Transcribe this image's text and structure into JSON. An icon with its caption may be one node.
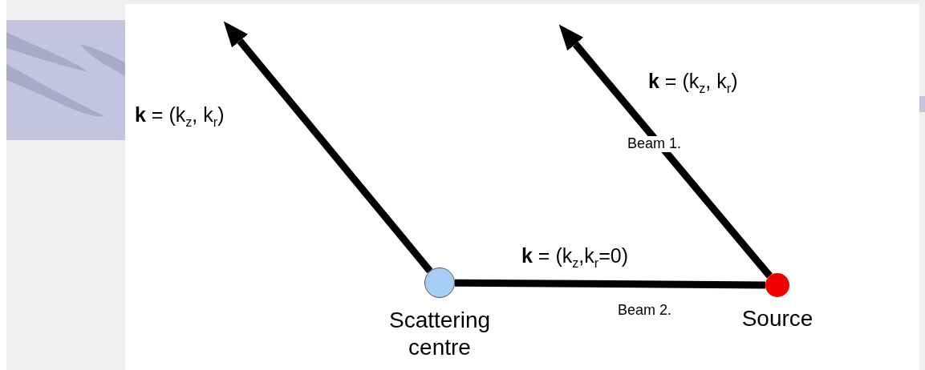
{
  "diagram": {
    "nodes": [
      {
        "text": [],
        "shape": "circle",
        "beside": [
          "Scattering centre"
        ]
      },
      {
        "text": [],
        "shape": "circle",
        "beside": [
          "Source"
        ]
      }
    ],
    "edges": [
      {
        "from": 0,
        "to": null,
        "arrow": "to"
      },
      {
        "from": 1,
        "to": null,
        "arrow": "to",
        "label": "Beam 1."
      },
      {
        "from": 1,
        "to": 0,
        "arrow": "none"
      }
    ],
    "labels": [
      "**k** = (k$_{z}$, k$_{r}$)",
      "**k** = (k$_{z}$, k$_{r}$)",
      "**k** = (k$_{z}$,k$_{r}$=0)",
      "Beam 2."
    ]
  }
}
